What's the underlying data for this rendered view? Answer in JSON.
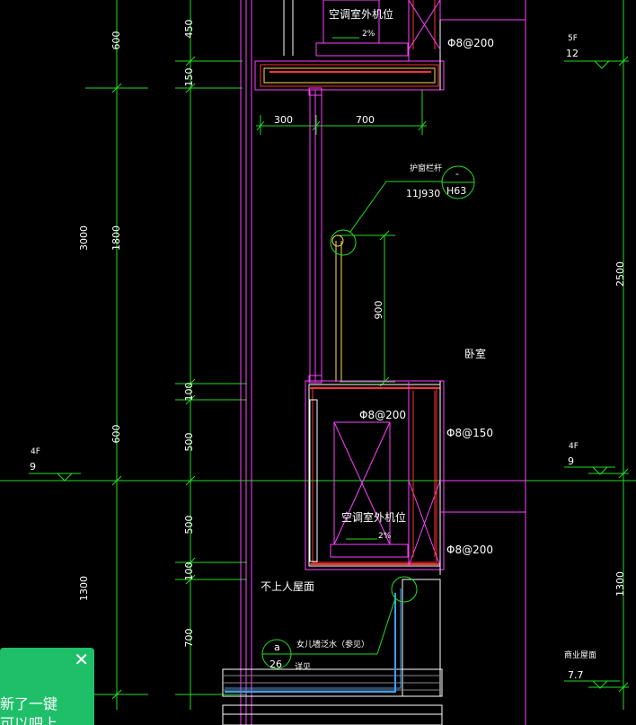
{
  "dimensions_left": {
    "outer": [
      "600",
      "3000",
      "1300"
    ],
    "inner": [
      "450",
      "150",
      "1800",
      "100",
      "600",
      "500",
      "500",
      "100",
      "700"
    ]
  },
  "dimensions_right": [
    "2500",
    "1300"
  ],
  "dimensions_top": [
    "300",
    "700"
  ],
  "dimension_900": "900",
  "levels": {
    "f5_label": "5F",
    "f5_value": "12",
    "f4_left_label": "4F",
    "f4_left_value": "9",
    "f4_right_label": "4F",
    "f4_right_value": "9",
    "roof_label": "商业屋面",
    "roof_value": "7.7"
  },
  "labels": {
    "ac_top": "空调室外机位",
    "ac_mid": "空调室外机位",
    "slope_top": "2%",
    "slope_mid": "2%",
    "rebar_top": "Φ8@200",
    "rebar_mid_top": "Φ8@200",
    "rebar_mid_side": "Φ8@150",
    "rebar_mid_bottom": "Φ8@200",
    "railing": "护窗栏杆",
    "railing_code": "11J930",
    "railing_ref_top": "-",
    "railing_ref_bottom": "H63",
    "bedroom": "卧室",
    "roof_no_access": "不上人屋面",
    "parapet": "女儿墙泛水（参见）",
    "detail_ref_top": "a",
    "detail_ref_bottom": "26",
    "detail_src": "详见"
  },
  "toast": {
    "line1": "新了一键",
    "line2": "可以吧上",
    "close_icon": "close-icon"
  }
}
